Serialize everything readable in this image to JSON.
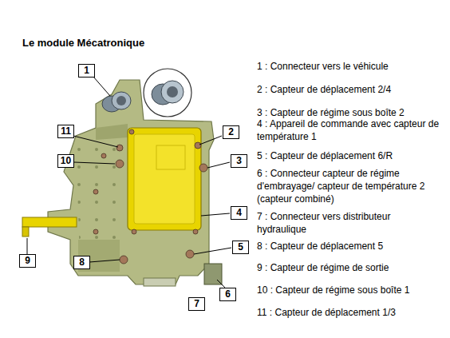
{
  "diagram": {
    "title": "Le module Mécatronique",
    "labels": [
      "1",
      "2",
      "3",
      "4",
      "5",
      "6",
      "7",
      "8",
      "9",
      "10",
      "11",
      "1 : Connecteur vers le véhicule",
      "2 : Capteur de déplacement 2/4",
      "3 : Capteur de régime sous boîte 2",
      "4 : Appareil de commande avec capteur de température 1",
      "5 : Capteur de déplacement 6/R",
      "6 : Connecteur capteur de régime d'embrayage/ capteur de température 2 (capteur combiné)",
      "7 : Connecteur vers distributeur hydraulique",
      "8 : Capteur de déplacement 5",
      "9 : Capteur de régime de sortie",
      "10 : Capteur de régime sous boîte 1",
      "11 : Capteur de déplacement 1/3"
    ]
  }
}
